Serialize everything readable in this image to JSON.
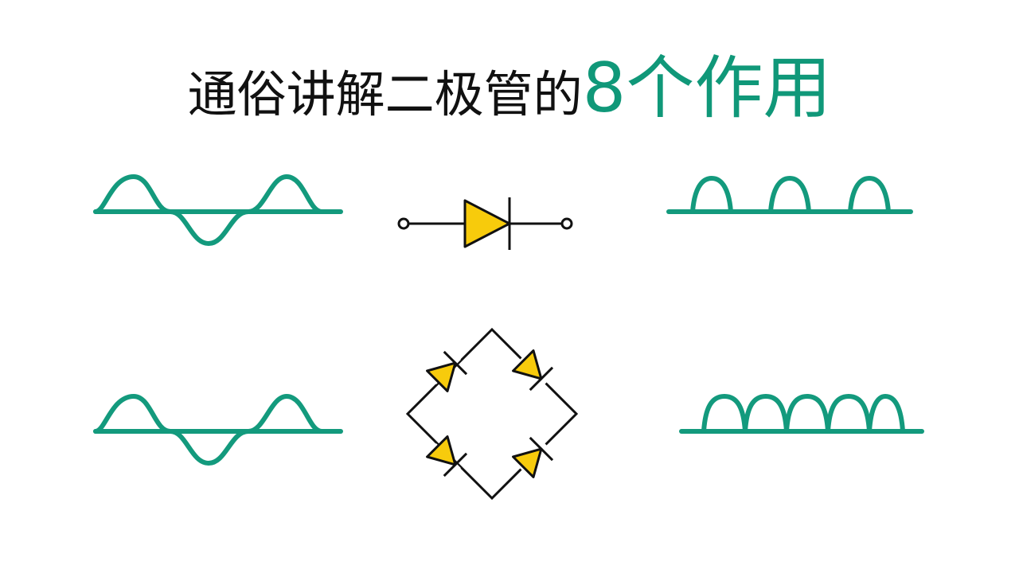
{
  "title": {
    "plain": "通俗讲解二极管的",
    "accent": "8个作用"
  },
  "colors": {
    "accent": "#109879",
    "wave": "#139a7d",
    "diode_fill": "#f7cb0c",
    "line": "#111111",
    "background": "#ffffff"
  },
  "diagram": {
    "nodes": [
      {
        "id": "input-wave-top",
        "kind": "sine-wave"
      },
      {
        "id": "diode-symbol",
        "kind": "diode"
      },
      {
        "id": "output-wave-top",
        "kind": "half-wave-rectified"
      },
      {
        "id": "input-wave-bottom",
        "kind": "sine-wave"
      },
      {
        "id": "bridge-rectifier",
        "kind": "bridge-of-4-diodes"
      },
      {
        "id": "output-wave-bottom",
        "kind": "full-wave-rectified"
      }
    ]
  }
}
